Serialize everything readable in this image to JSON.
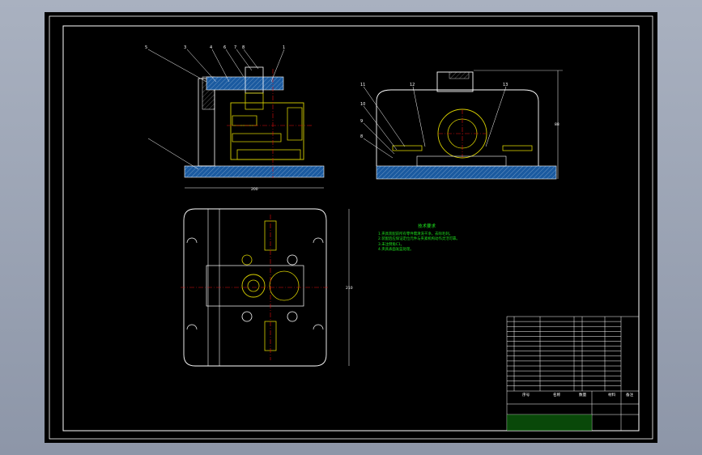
{
  "drawing": {
    "notes_title": "技术要求",
    "notes": [
      "1.夹具装配前所有零件需清洗干净，去除毛刺。",
      "2.装配后应保证定位元件与夹紧机构动作灵活可靠。",
      "3.未注倒角C1。",
      "4.夹具表面发蓝处理。"
    ],
    "callouts_front": [
      "5",
      "3",
      "4",
      "6",
      "7",
      "8",
      "1"
    ],
    "callouts_side": [
      "11",
      "12",
      "13",
      "10",
      "9",
      "8"
    ],
    "dim_front_width": "200",
    "dim_side_height": "88",
    "dim_plan_height": "210",
    "title_block": {
      "labels": [
        "序号",
        "名称",
        "数量",
        "材料",
        "备注"
      ],
      "company": "",
      "drawing_name": ""
    }
  }
}
